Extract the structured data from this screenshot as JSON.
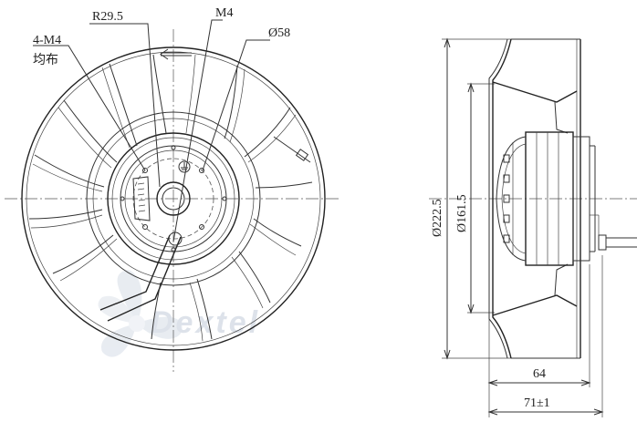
{
  "front_view": {
    "labels": {
      "holes": "4-M4",
      "holes_cn": "均布",
      "radius": "R29.5",
      "thread": "M4",
      "diameter": "Ø58"
    }
  },
  "side_view": {
    "labels": {
      "outer_diameter": "Ø222.5",
      "inner_diameter": "Ø161.5",
      "depth_body": "64",
      "depth_total": "71±1"
    }
  },
  "watermark": {
    "text": "Dextel"
  },
  "colors": {
    "line": "#333333",
    "watermark": "#c9d2de"
  }
}
